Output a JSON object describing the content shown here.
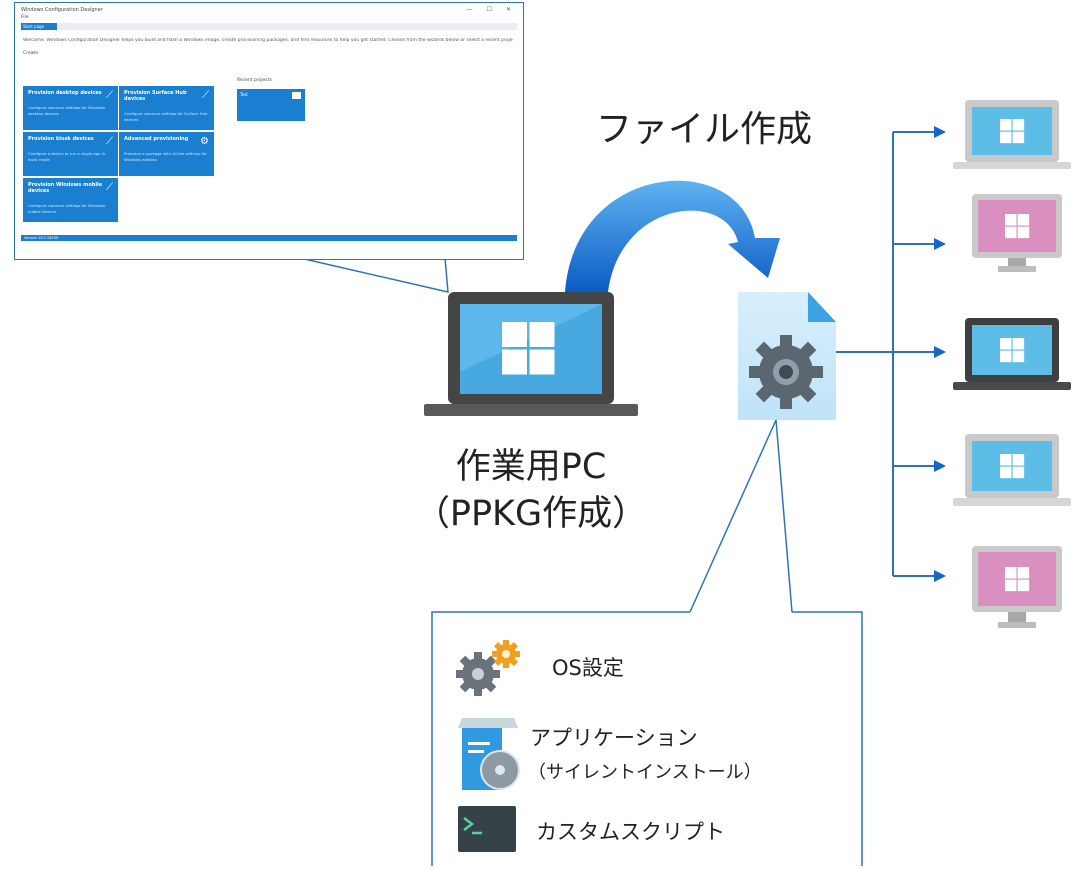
{
  "designer": {
    "window_title": "Windows Configuration Designer",
    "window_controls": "—  ☐  ✕",
    "menu": "File",
    "tab": "Start page",
    "intro": "Welcome. Windows Configuration Designer helps you build and flash a Windows image, create provisioning packages, and find resources to help you get started. Choose from the wizards below or select a recent project.",
    "create_heading": "Create",
    "recent_heading": "Recent projects",
    "tiles": [
      {
        "title": "Provision desktop devices",
        "desc": "Configure common settings for Windows desktop devices"
      },
      {
        "title": "Provision Surface Hub devices",
        "desc": "Configure common settings for Surface Hub devices"
      },
      {
        "title": "Provision kiosk devices",
        "desc": "Configure a device to run a single app in kiosk mode"
      },
      {
        "title": "Advanced provisioning",
        "desc": "Provision a package with all the settings for Windows editions"
      },
      {
        "title": "Provision Windows mobile devices",
        "desc": "Configure common settings for Windows mobile devices"
      }
    ],
    "recent_project": "Test",
    "status": "Version  10.0.16299"
  },
  "labels": {
    "create_file": "ファイル作成",
    "pc_line1": "作業用PC",
    "pc_line2": "（PPKG作成）"
  },
  "package_contents": [
    {
      "text": "OS設定",
      "sub": "",
      "icon": "gears-icon"
    },
    {
      "text": "アプリケーション",
      "sub": "（サイレントインストール）",
      "icon": "app-install-icon"
    },
    {
      "text": "カスタムスクリプト",
      "sub": "",
      "icon": "terminal-icon"
    }
  ],
  "targets": [
    {
      "type": "laptop",
      "color": "#5dbde6"
    },
    {
      "type": "monitor",
      "color": "#d98fbf"
    },
    {
      "type": "laptop-dark",
      "color": "#5dbde6"
    },
    {
      "type": "laptop",
      "color": "#5dbde6"
    },
    {
      "type": "monitor",
      "color": "#d98fbf"
    }
  ],
  "colors": {
    "accent": "#1a7fd1",
    "line": "#2e74b5",
    "arrow": "#1466c8"
  }
}
